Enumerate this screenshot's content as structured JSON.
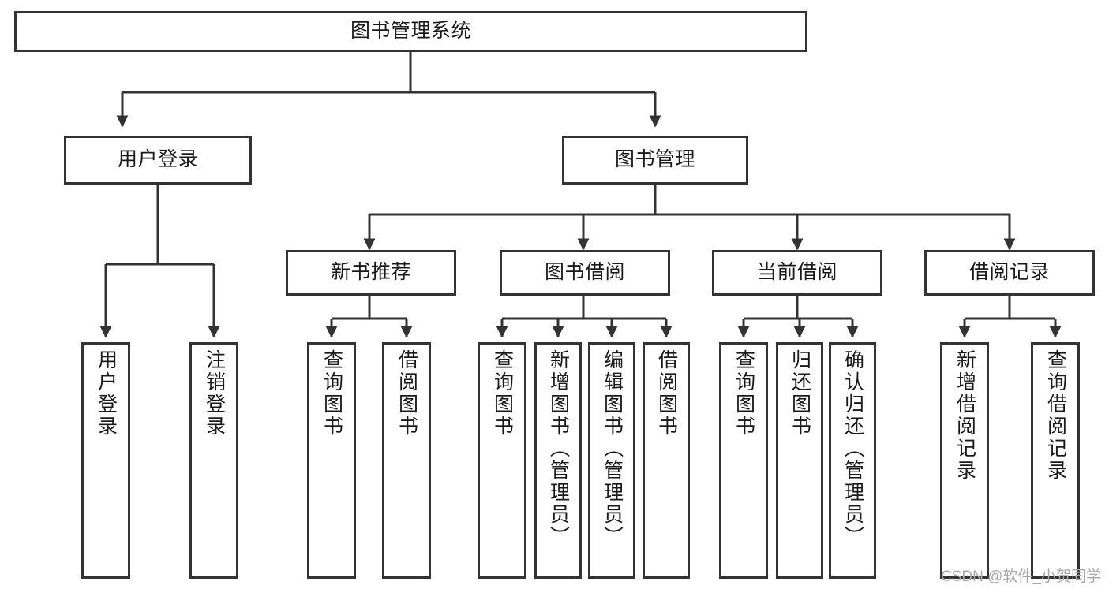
{
  "diagram": {
    "title": "图书管理系统",
    "type": "tree",
    "watermark": "CSDN @软件_小贺同学",
    "colors": {
      "border": "#333333",
      "fill": "#ffffff",
      "text": "#1a1a1a",
      "edge": "#333333",
      "watermark": "#a8a8a8"
    },
    "nodes": {
      "root": {
        "label": "图书管理系统"
      },
      "level2": [
        {
          "label": "用户登录"
        },
        {
          "label": "图书管理"
        }
      ],
      "level3": [
        {
          "label": "新书推荐"
        },
        {
          "label": "图书借阅"
        },
        {
          "label": "当前借阅"
        },
        {
          "label": "借阅记录"
        }
      ],
      "leaves": {
        "user_login": [
          {
            "label": "用户登录"
          },
          {
            "label": "注销登录"
          }
        ],
        "new_book": [
          {
            "label": "查询图书"
          },
          {
            "label": "借阅图书"
          }
        ],
        "borrow_book": [
          {
            "label": "查询图书"
          },
          {
            "label": "新增图书（管理员）"
          },
          {
            "label": "编辑图书（管理员）"
          },
          {
            "label": "借阅图书"
          }
        ],
        "current_borrow": [
          {
            "label": "查询图书"
          },
          {
            "label": "归还图书"
          },
          {
            "label": "确认归还（管理员）"
          }
        ],
        "borrow_record": [
          {
            "label": "新增借阅记录"
          },
          {
            "label": "查询借阅记录"
          }
        ]
      }
    }
  }
}
